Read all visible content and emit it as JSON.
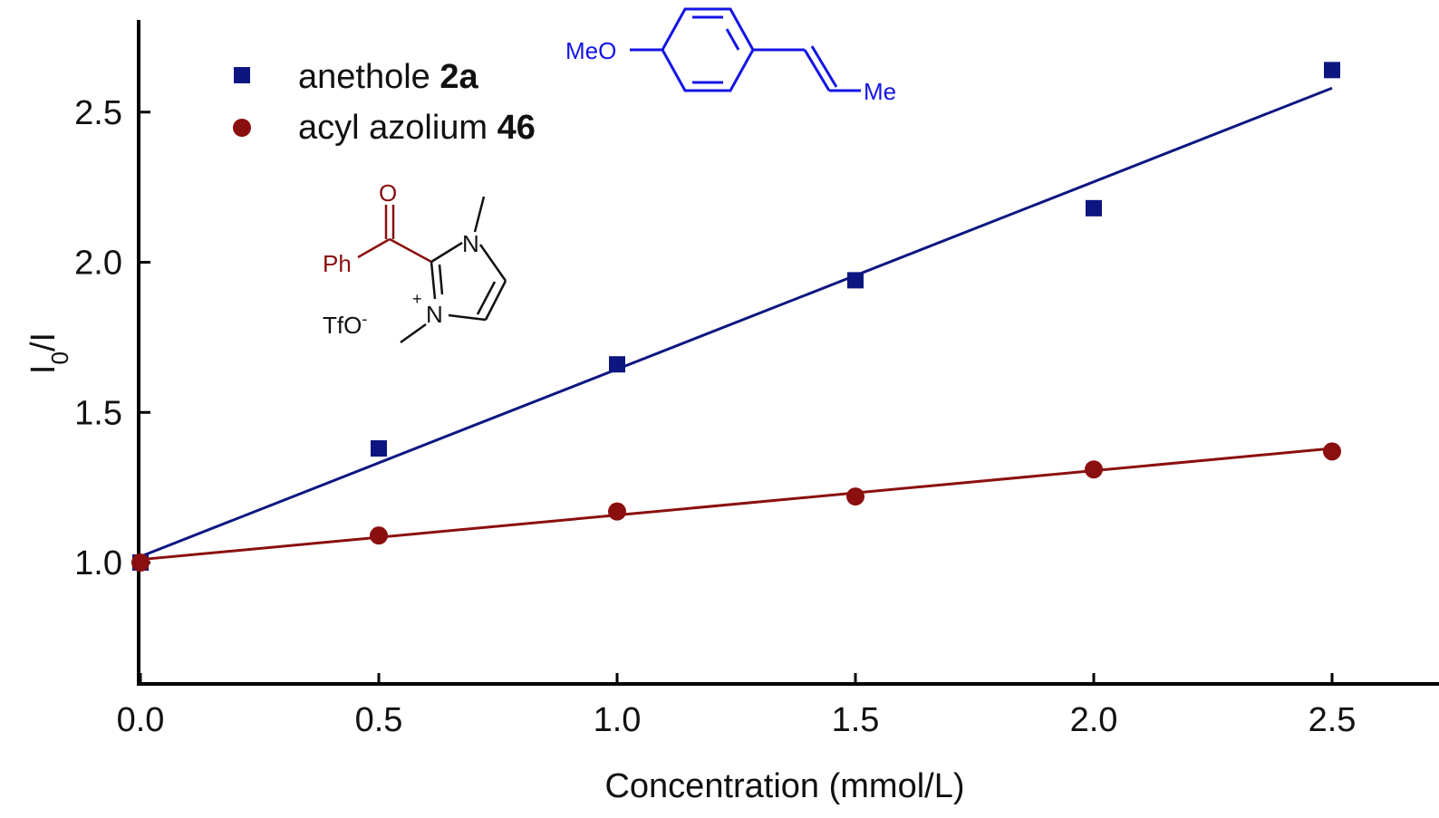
{
  "chart_data": {
    "type": "scatter",
    "xlabel": "Concentration (mmol/L)",
    "ylabel": {
      "main": "I",
      "sub": "0",
      "rest": "/I"
    },
    "xlim": [
      0,
      2.7
    ],
    "ylim": [
      0.6,
      2.8
    ],
    "xticks": [
      0,
      0.5,
      1.0,
      1.5,
      2.0,
      2.5
    ],
    "xtick_labels": [
      "0.0",
      "0.5",
      "1.0",
      "1.5",
      "2.0",
      "2.5"
    ],
    "yticks": [
      1.0,
      1.5,
      2.0,
      2.5
    ],
    "ytick_labels": [
      "1.0",
      "1.5",
      "2.0",
      "2.5"
    ],
    "grid": false,
    "legend_position": "top-left",
    "series": [
      {
        "name": "anethole",
        "name_bold": "2a",
        "marker": "square",
        "color": "#0d1680",
        "x": [
          0,
          0.5,
          1.0,
          1.5,
          2.0,
          2.5
        ],
        "y": [
          1.0,
          1.38,
          1.66,
          1.94,
          2.18,
          2.64
        ],
        "fit": {
          "from": [
            0,
            1.02
          ],
          "to": [
            2.5,
            2.58
          ]
        }
      },
      {
        "name": "acyl azolium",
        "name_bold": "46",
        "marker": "circle",
        "color": "#8b0f0f",
        "x": [
          0,
          0.5,
          1.0,
          1.5,
          2.0,
          2.5
        ],
        "y": [
          1.0,
          1.09,
          1.17,
          1.22,
          1.31,
          1.37
        ],
        "fit": {
          "from": [
            0,
            1.01
          ],
          "to": [
            2.5,
            1.38
          ]
        }
      }
    ]
  },
  "structures": {
    "anethole": {
      "color": "#1414e6",
      "labels": {
        "methoxy": "MeO",
        "methyl": "Me"
      }
    },
    "acyl_azolium": {
      "acyl_color": "#8b0f0f",
      "ring_color": "#111111",
      "labels": {
        "oxygen": "O",
        "phenyl": "Ph",
        "n1": "N",
        "n3": "N",
        "charge": "+",
        "counterion": "TfO",
        "counterion_charge": "-"
      }
    }
  }
}
